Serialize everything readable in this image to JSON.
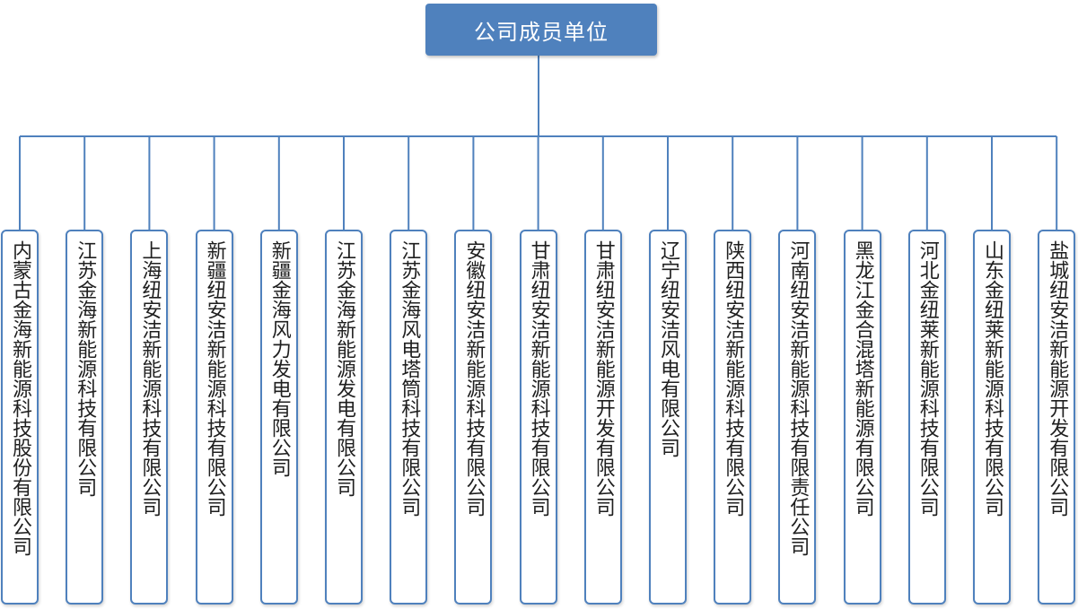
{
  "root": {
    "label": "公司成员单位"
  },
  "colors": {
    "accent": "#4f81bd",
    "line": "#4f81bd",
    "text": "#1f1f1f"
  },
  "units": [
    {
      "label": "内蒙古金海新能源科技股份有限公司"
    },
    {
      "label": "江苏金海新能源科技有限公司"
    },
    {
      "label": "上海纽安洁新能源科技有限公司"
    },
    {
      "label": "新疆纽安洁新能源科技有限公司"
    },
    {
      "label": "新疆金海风力发电有限公司"
    },
    {
      "label": "江苏金海新能源发电有限公司"
    },
    {
      "label": "江苏金海风电塔筒科技有限公司"
    },
    {
      "label": "安徽纽安洁新能源科技有限公司"
    },
    {
      "label": "甘肃纽安洁新能源科技有限公司"
    },
    {
      "label": "甘肃纽安洁新能源开发有限公司"
    },
    {
      "label": "辽宁纽安洁风电有限公司"
    },
    {
      "label": "陕西纽安洁新能源科技有限公司"
    },
    {
      "label": "河南纽安洁新能源科技有限责任公司"
    },
    {
      "label": "黑龙江金合混塔新能源有限公司"
    },
    {
      "label": "河北金纽莱新能源科技有限公司"
    },
    {
      "label": "山东金纽莱新能源科技有限公司"
    },
    {
      "label": "盐城纽安洁新能源开发有限公司"
    }
  ]
}
